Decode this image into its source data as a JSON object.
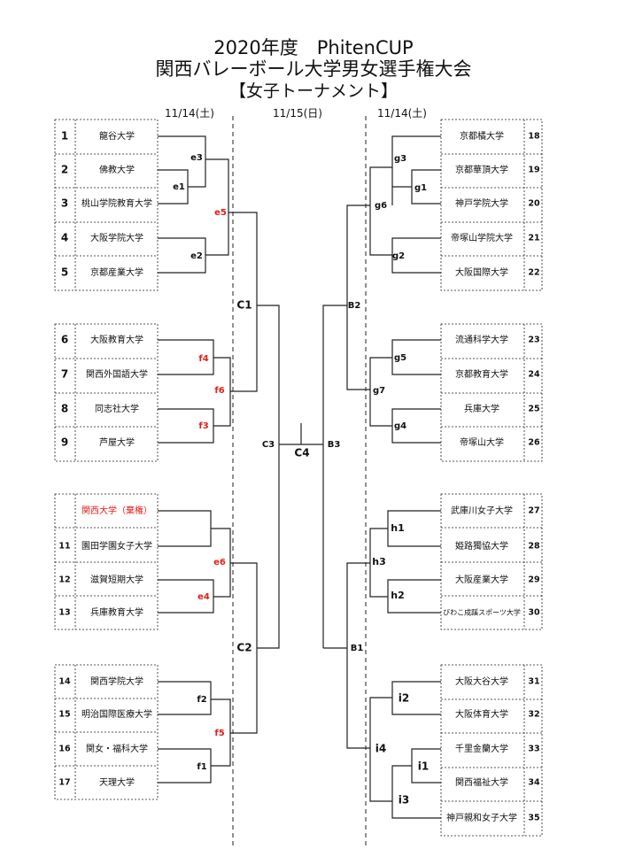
{
  "header": {
    "line1": "2020年度　PhitenCUP",
    "line2": "関西バレーボール大学男女選手権大会",
    "line3": "【女子トーナメント】"
  },
  "dates": {
    "left": "11/14(土)",
    "center": "11/15(日)",
    "right": "11/14(土)"
  },
  "colors": {
    "highlight": "#e0201c",
    "line": "#222222"
  },
  "teams_left": [
    {
      "seed": "1",
      "name": "龍谷大学"
    },
    {
      "seed": "2",
      "name": "佛教大学"
    },
    {
      "seed": "3",
      "name": "桃山学院教育大学"
    },
    {
      "seed": "4",
      "name": "大阪学院大学"
    },
    {
      "seed": "5",
      "name": "京都産業大学"
    },
    {
      "seed": "6",
      "name": "大阪教育大学"
    },
    {
      "seed": "7",
      "name": "関西外国語大学"
    },
    {
      "seed": "8",
      "name": "同志社大学"
    },
    {
      "seed": "9",
      "name": "芦屋大学"
    },
    {
      "seed": "",
      "name": "関西大学（棄権）",
      "highlight": true
    },
    {
      "seed": "11",
      "name": "園田学園女子大学"
    },
    {
      "seed": "12",
      "name": "滋賀短期大学"
    },
    {
      "seed": "13",
      "name": "兵庫教育大学"
    },
    {
      "seed": "14",
      "name": "関西学院大学"
    },
    {
      "seed": "15",
      "name": "明治国際医療大学"
    },
    {
      "seed": "16",
      "name": "関女・福科大学"
    },
    {
      "seed": "17",
      "name": "天理大学"
    }
  ],
  "teams_right": [
    {
      "seed": "18",
      "name": "京都橘大学"
    },
    {
      "seed": "19",
      "name": "京都華頂大学"
    },
    {
      "seed": "20",
      "name": "神戸学院大学"
    },
    {
      "seed": "21",
      "name": "帝塚山学院大学"
    },
    {
      "seed": "22",
      "name": "大阪国際大学"
    },
    {
      "seed": "23",
      "name": "流通科学大学"
    },
    {
      "seed": "24",
      "name": "京都教育大学"
    },
    {
      "seed": "25",
      "name": "兵庫大学"
    },
    {
      "seed": "26",
      "name": "帝塚山大学"
    },
    {
      "seed": "27",
      "name": "武庫川女子大学"
    },
    {
      "seed": "28",
      "name": "姫路獨協大学"
    },
    {
      "seed": "29",
      "name": "大阪産業大学"
    },
    {
      "seed": "30",
      "name": "びわこ成蹊スポーツ大学"
    },
    {
      "seed": "31",
      "name": "大阪大谷大学"
    },
    {
      "seed": "32",
      "name": "大阪体育大学"
    },
    {
      "seed": "33",
      "name": "千里金蘭大学"
    },
    {
      "seed": "34",
      "name": "関西福祉大学"
    },
    {
      "seed": "35",
      "name": "神戸親和女子大学"
    }
  ],
  "matches": {
    "e1": "e1",
    "e2": "e2",
    "e3": "e3",
    "e5": "e5",
    "f3": "f3",
    "f4": "f4",
    "f6": "f6",
    "e4": "e4",
    "e6": "e6",
    "f1": "f1",
    "f2": "f2",
    "f5": "f5",
    "C1": "C1",
    "C2": "C2",
    "C3": "C3",
    "C4": "C4",
    "B1": "B1",
    "B2": "B2",
    "B3": "B3",
    "g1": "g1",
    "g2": "g2",
    "g3": "g3",
    "g4": "g4",
    "g5": "g5",
    "g6": "g6",
    "g7": "g7",
    "h1": "h1",
    "h2": "h2",
    "h3": "h3",
    "i1": "i1",
    "i2": "i2",
    "i3": "i3",
    "i4": "i4"
  },
  "red_matches": [
    "e4",
    "e5",
    "e6",
    "f3",
    "f4",
    "f5",
    "f6"
  ]
}
